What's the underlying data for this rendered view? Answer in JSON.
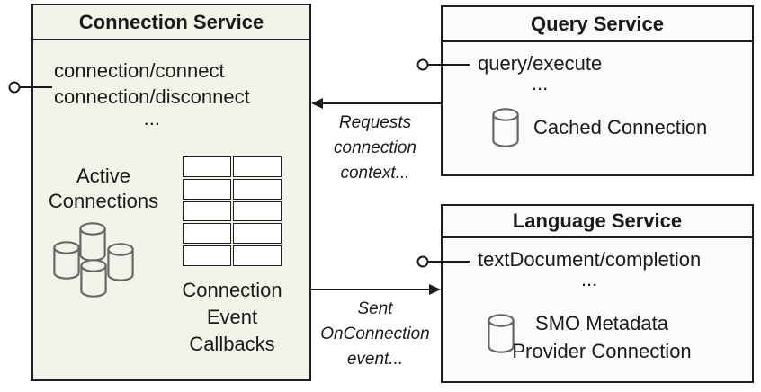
{
  "diagram": {
    "connection_service": {
      "title": "Connection Service",
      "method_1": "connection/connect",
      "method_2": "connection/disconnect",
      "ellipsis": "...",
      "active_connections_label": "Active Connections",
      "callbacks_label": "Connection Event Callbacks",
      "grid": {
        "rows": 5,
        "cols": 2
      }
    },
    "query_service": {
      "title": "Query Service",
      "method_1": "query/execute",
      "ellipsis": "...",
      "resource_label": "Cached Connection"
    },
    "language_service": {
      "title": "Language Service",
      "method_1": "textDocument/completion",
      "ellipsis": "...",
      "resource_label": "SMO Metadata Provider Connection"
    },
    "arrows": {
      "requests_label": "Requests connection context...",
      "sent_label": "Sent OnConnection event..."
    },
    "icons": {
      "interface_connector": "lollipop-interface-icon",
      "active_connections": "database-cluster-icon",
      "callbacks_table": "table-grid-icon",
      "cached_connection": "database-icon",
      "smo_connection": "database-icon"
    },
    "colors": {
      "connection_fill": "#f1f4e8",
      "service_fill": "#fbfbfa",
      "border": "#1f1f1f",
      "cylinder_stroke": "#666666",
      "text": "#1a1a1a"
    }
  }
}
